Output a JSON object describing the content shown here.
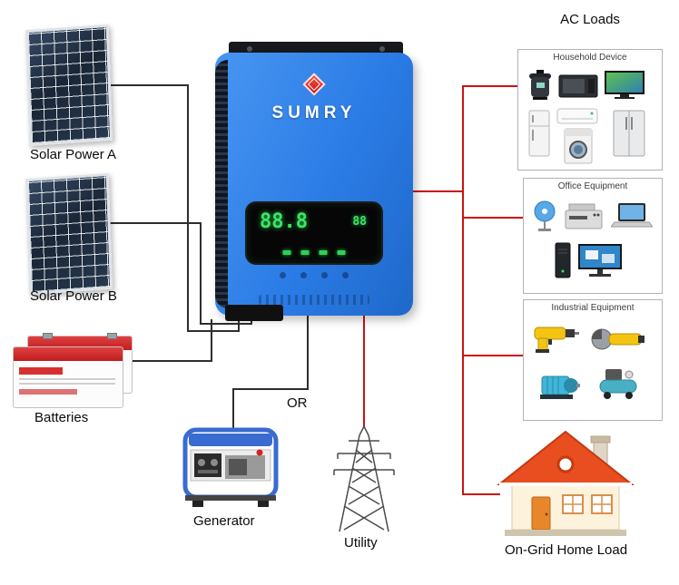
{
  "header": {
    "ac_loads_title": "AC Loads"
  },
  "inverter": {
    "brand": "SUMRY",
    "display_main": "88.8",
    "display_sub": "88"
  },
  "sources": {
    "solar_a": "Solar Power A",
    "solar_b": "Solar Power B",
    "batteries": "Batteries",
    "generator": "Generator",
    "utility": "Utility",
    "or_label": "OR"
  },
  "loads": {
    "boxes": [
      {
        "title": "Household Device",
        "icons": [
          "pressure-cooker-icon",
          "microwave-icon",
          "tv-icon",
          "fridge-icon",
          "air-conditioner-icon",
          "washing-machine-icon",
          "double-door-fridge-icon"
        ]
      },
      {
        "title": "Office Equipment",
        "icons": [
          "fan-icon",
          "copier-icon",
          "laptop-icon",
          "desktop-tower-icon",
          "monitor-icon"
        ]
      },
      {
        "title": "Industrial Equipment",
        "icons": [
          "drill-icon",
          "angle-grinder-icon",
          "electric-motor-icon",
          "air-compressor-icon"
        ]
      }
    ],
    "home_label": "On-Grid Home Load"
  },
  "colors": {
    "inverter_blue": "#2b7ce6",
    "wire_red": "#cc1111",
    "wire_black": "#2e2e2e",
    "roof_red": "#e84e1f"
  }
}
